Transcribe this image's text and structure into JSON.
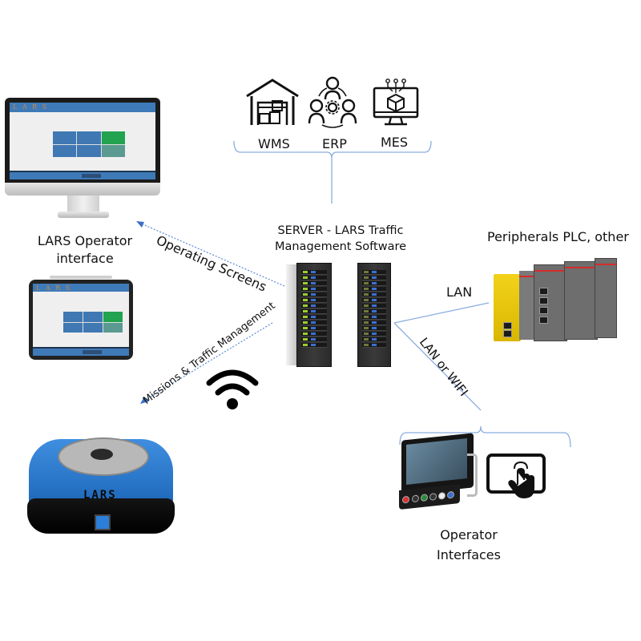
{
  "top_systems": {
    "items": [
      {
        "label": "WMS",
        "icon": "warehouse-icon"
      },
      {
        "label": "ERP",
        "icon": "team-gear-icon"
      },
      {
        "label": "MES",
        "icon": "monitor-cube-icon"
      }
    ]
  },
  "server": {
    "title_line1": "SERVER - LARS Traffic",
    "title_line2": "Management Software"
  },
  "operator_interface": {
    "label_line1": "LARS Operator",
    "label_line2": "interface",
    "screen_logo": "L A R S"
  },
  "connections": {
    "operating_screens": "Operating Screens",
    "missions": "Missions & Traffic Management",
    "lan": "LAN",
    "lan_or_wifi": "LAN or WIFI"
  },
  "peripherals": {
    "label": "Peripherals PLC, other"
  },
  "operator_interfaces": {
    "label_line1": "Operator",
    "label_line2": "Interfaces"
  },
  "robot": {
    "logo": "LARS"
  },
  "colors": {
    "connector_blue": "#7fa6d8",
    "arrow_blue": "#4a7fd0",
    "screen_blue": "#3f7ab8",
    "tile_green": "#22a34f",
    "robot_blue": "#2a7bd0",
    "plc_yellow": "#f2d21a"
  }
}
